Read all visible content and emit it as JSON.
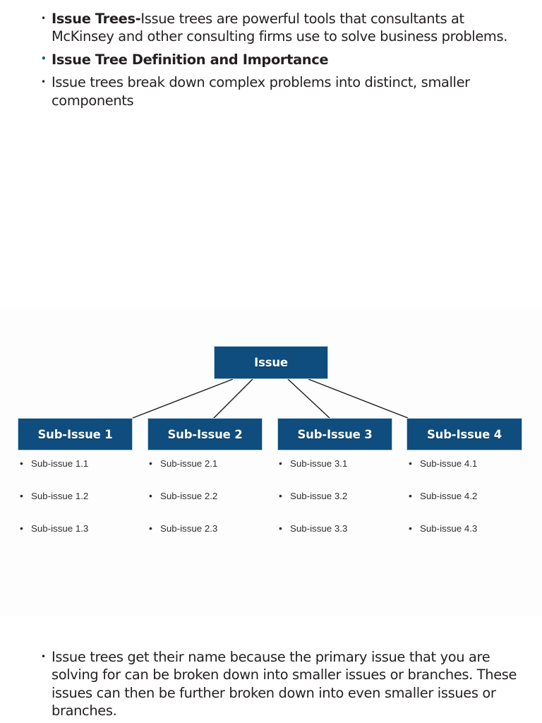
{
  "colors": {
    "node_fill": "#0e4d7d",
    "node_border": "#b9cfdf",
    "heading_blue": "#1a5490",
    "body_text": "#231f20",
    "page_background": "#ffffff",
    "diagram_background": "#fdfdfd",
    "connector_line": "#1a1a1a"
  },
  "top_text": {
    "bullets": [
      {
        "lead": "Issue Trees-",
        "text": "Issue trees are powerful tools that consultants at McKinsey and other consulting firms use to solve business problems.",
        "style": "body"
      },
      {
        "lead": "",
        "text": "Issue Tree Definition and Importance",
        "style": "heading-blue"
      },
      {
        "lead": "",
        "text": "Issue trees break down complex problems into distinct, smaller components",
        "style": "body"
      }
    ]
  },
  "diagram": {
    "root": {
      "label": "Issue"
    },
    "branches": [
      {
        "label": "Sub-Issue 1",
        "items": [
          "Sub-issue 1.1",
          "Sub-issue 1.2",
          "Sub-issue 1.3"
        ]
      },
      {
        "label": "Sub-Issue 2",
        "items": [
          "Sub-issue 2.1",
          "Sub-issue 2.2",
          "Sub-issue 2.3"
        ]
      },
      {
        "label": "Sub-Issue 3",
        "items": [
          "Sub-issue 3.1",
          "Sub-issue 3.2",
          "Sub-issue 3.3"
        ]
      },
      {
        "label": "Sub-Issue 4",
        "items": [
          "Sub-issue 4.1",
          "Sub-issue 4.2",
          "Sub-issue 4.3"
        ]
      }
    ]
  },
  "bottom_text": {
    "bullets": [
      {
        "lead": "",
        "text": "Issue trees get their name because the primary issue that you are solving for can be broken down into smaller issues or branches. These issues can then be further broken down into even smaller issues or branches.",
        "style": "body"
      }
    ]
  }
}
